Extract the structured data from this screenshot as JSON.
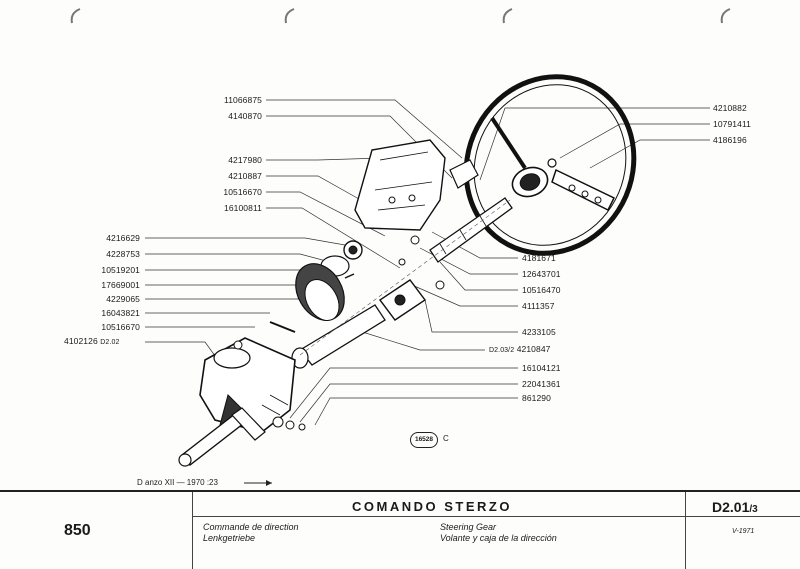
{
  "left_labels": [
    {
      "id": "p11066875",
      "text": "11066875"
    },
    {
      "id": "p4140870",
      "text": "4140870"
    },
    {
      "id": "p4217980",
      "text": "4217980"
    },
    {
      "id": "p4210887",
      "text": "4210887"
    },
    {
      "id": "p10516670a",
      "text": "10516670"
    },
    {
      "id": "p16100811",
      "text": "16100811"
    },
    {
      "id": "p4216629",
      "text": "4216629"
    },
    {
      "id": "p4228753",
      "text": "4228753"
    },
    {
      "id": "p10519201",
      "text": "10519201"
    },
    {
      "id": "p17669001",
      "text": "17669001"
    },
    {
      "id": "p4229065",
      "text": "4229065"
    },
    {
      "id": "p16043821",
      "text": "16043821"
    },
    {
      "id": "p10516670b",
      "text": "10516670"
    }
  ],
  "gearbox_label": {
    "part": "4102126",
    "ref": "D2.02"
  },
  "right_labels": [
    {
      "id": "p4210882",
      "text": "4210882"
    },
    {
      "id": "p10791411",
      "text": "10791411"
    },
    {
      "id": "p4186196",
      "text": "4186196"
    },
    {
      "id": "p4181671",
      "text": "4181671"
    },
    {
      "id": "p12643701",
      "text": "12643701"
    },
    {
      "id": "p10516470",
      "text": "10516470"
    },
    {
      "id": "p4111357",
      "text": "4111357"
    },
    {
      "id": "p4233105",
      "text": "4233105"
    }
  ],
  "joint_label": {
    "ref": "D2.03/2",
    "part": "4210847"
  },
  "lower_labels": [
    {
      "id": "p16104121",
      "text": "16104121"
    },
    {
      "id": "p22041361",
      "text": "22041361"
    },
    {
      "id": "p861290",
      "text": "861290"
    }
  ],
  "date_note": "D anzo XII — 1970 :23",
  "stamp": {
    "badge": "16528",
    "letter": "C"
  },
  "title_block": {
    "model": "850",
    "title": "COMANDO STERZO",
    "code": "D2.01",
    "code_sheet": "/3",
    "fr": "Commande de direction",
    "de": "Lenkgetriebe",
    "en": "Steering Gear",
    "es": "Volante y caja de la dirección",
    "date": "V-1971"
  }
}
